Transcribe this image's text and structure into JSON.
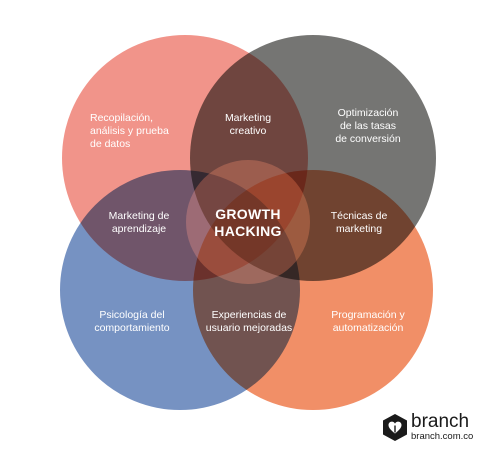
{
  "diagram": {
    "center": "GROWTH\nHACKING",
    "circles": [
      {
        "name": "top-left",
        "color": "#F0857A"
      },
      {
        "name": "top-right",
        "color": "#6E6E6B"
      },
      {
        "name": "bottom-left",
        "color": "#6F8CBF"
      },
      {
        "name": "bottom-right",
        "color": "#F0855A"
      }
    ],
    "labels": {
      "top_left": "Recopilación,\nanálisis y prueba\nde datos",
      "top_center": "Marketing\ncreativo",
      "top_right": "Optimización\nde las tasas\nde conversión",
      "middle_left": "Marketing de\naprendizaje",
      "middle_right": "Técnicas de\nmarketing",
      "bottom_left": "Psicología del\ncomportamiento",
      "bottom_center": "Experiencias de\nusuario mejoradas",
      "bottom_right": "Programación y\nautomatización"
    }
  },
  "brand": {
    "name": "branch",
    "url": "branch.com.co",
    "icon": "branch-heart-hexagon-icon"
  }
}
